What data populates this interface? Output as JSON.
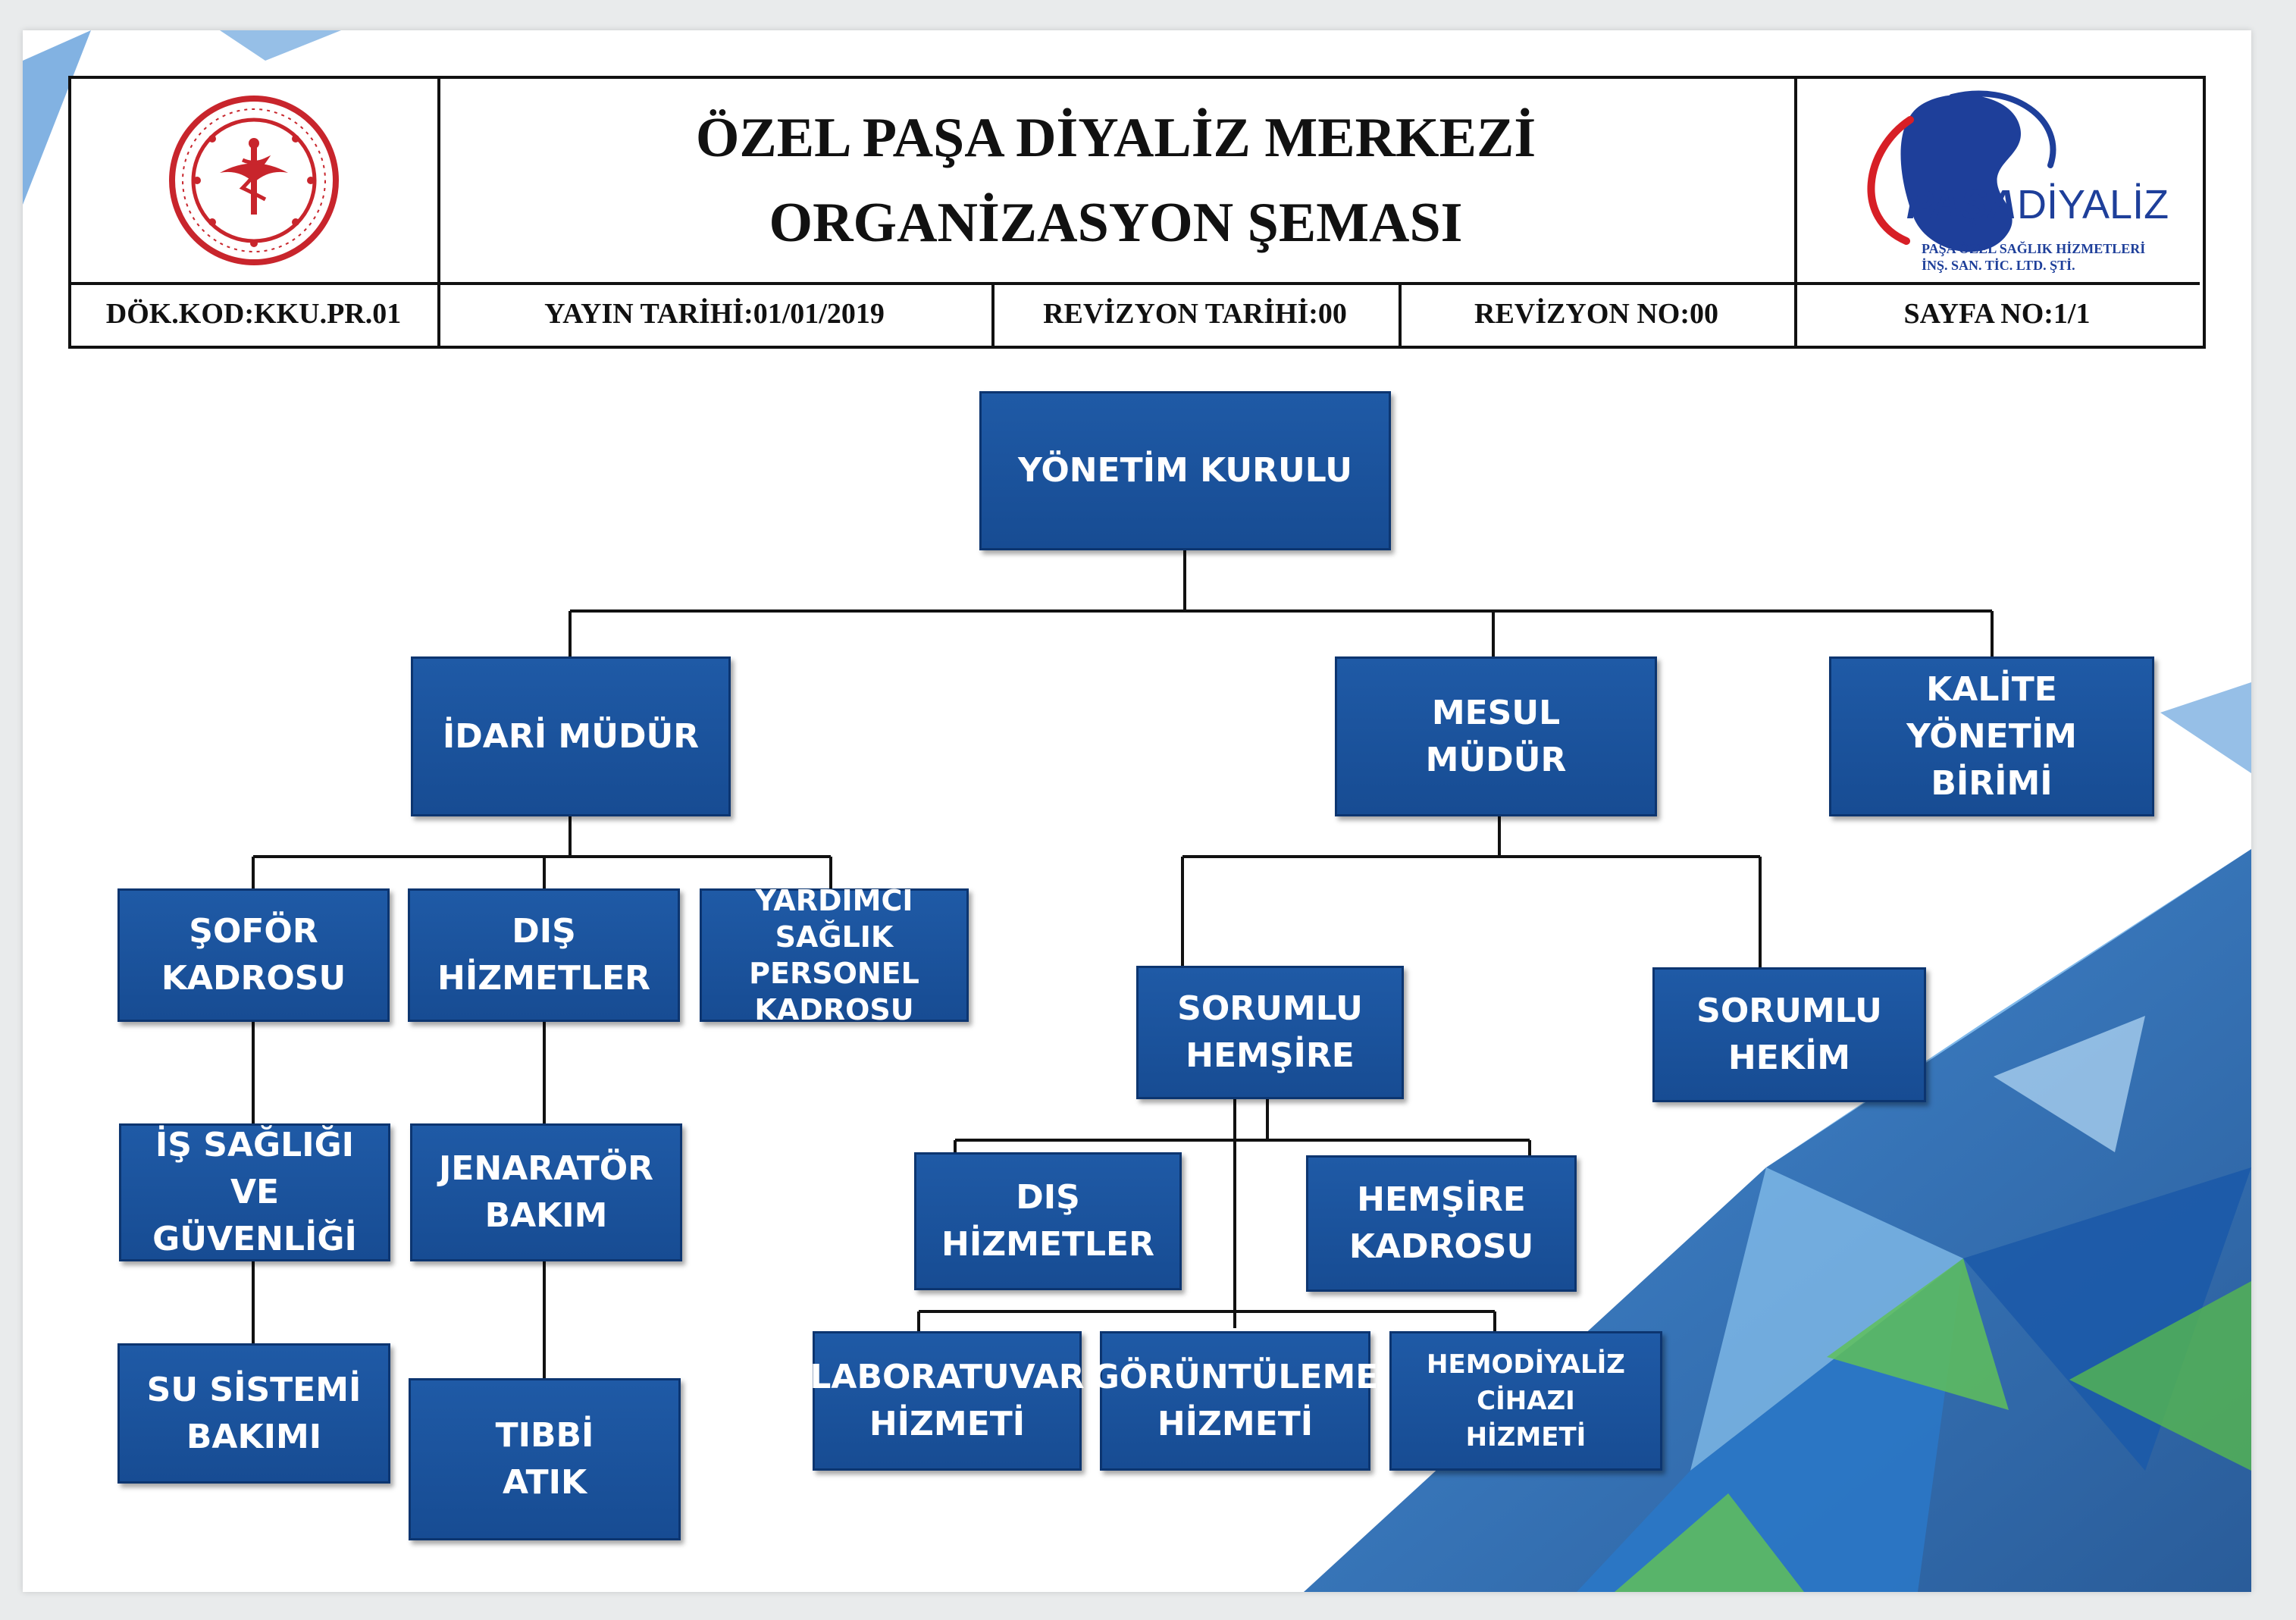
{
  "header": {
    "title_line1": "ÖZEL PAŞA DİYALİZ MERKEZİ",
    "title_line2": "ORGANİZASYON ŞEMASI",
    "doc_code": "DÖK.KOD:KKU.PR.01",
    "publish_date": "YAYIN TARİHİ:01/01/2019",
    "revision_date": "REVİZYON TARİHİ:00",
    "revision_no": "REVİZYON NO:00",
    "page_no": "SAYFA NO:1/1",
    "left_logo": {
      "icon": "ministry-of-health-seal-icon",
      "color": "#c8252c"
    },
    "right_logo": {
      "icon": "kidney-swoosh-logo-icon",
      "brand_bold": "PAŞA",
      "brand_light": "DİYALİZ",
      "line1": "PAŞA ÖZEL SAĞLIK HİZMETLERİ",
      "line2": "İNŞ. SAN. TİC. LTD. ŞTİ.",
      "colors": {
        "blue": "#1e3f9a",
        "red": "#d71f26"
      }
    }
  },
  "chart": {
    "box_color": "#1b54a0",
    "line_color": "#111111",
    "board": "YÖNETİM KURULU",
    "admin_manager": "İDARİ MÜDÜR",
    "responsible_manager_l1": "MESUL",
    "responsible_manager_l2": "MÜDÜR",
    "quality_l1": "KALİTE YÖNETİM",
    "quality_l2": "BİRİMİ",
    "driver_l1": "ŞOFÖR",
    "driver_l2": "KADROSU",
    "ext_services_a_l1": "DIŞ",
    "ext_services_a_l2": "HİZMETLER",
    "aux_health_l1": "YARDIMCI SAĞLIK",
    "aux_health_l2": "PERSONEL",
    "aux_health_l3": "KADROSU",
    "osh_l1": "İŞ SAĞLIĞI VE",
    "osh_l2": "GÜVENLİĞİ",
    "generator_l1": "JENARATÖR",
    "generator_l2": "BAKIM",
    "water_l1": "SU SİSTEMİ",
    "water_l2": "BAKIMI",
    "medical_waste_l1": "TIBBİ",
    "medical_waste_l2": "ATIK",
    "resp_nurse_l1": "SORUMLU",
    "resp_nurse_l2": "HEMŞİRE",
    "resp_doctor_l1": "SORUMLU",
    "resp_doctor_l2": "HEKİM",
    "ext_services_b_l1": "DIŞ",
    "ext_services_b_l2": "HİZMETLER",
    "nurse_staff_l1": "HEMŞİRE",
    "nurse_staff_l2": "KADROSU",
    "lab_l1": "LABORATUVAR",
    "lab_l2": "HİZMETİ",
    "imaging_l1": "GÖRÜNTÜLEME",
    "imaging_l2": "HİZMETİ",
    "hemodialysis_l1": "HEMODİYALİZ CİHAZI",
    "hemodialysis_l2": "HİZMETİ"
  }
}
